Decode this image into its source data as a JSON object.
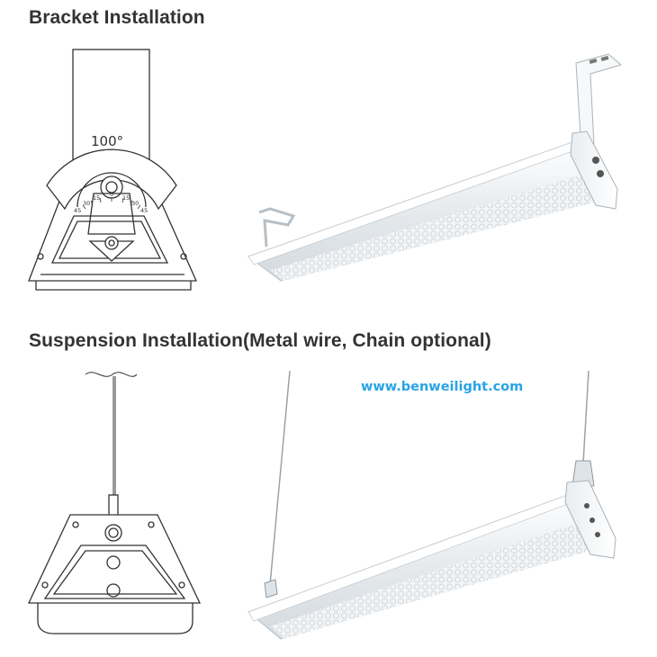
{
  "headings": {
    "bracket": "Bracket Installation",
    "suspension": "Suspension Installation(Metal wire, Chain optional)"
  },
  "bracket_diagram": {
    "angle_label": "100°",
    "scale_ticks": [
      "45",
      "30",
      "15",
      "0",
      "15",
      "30",
      "45"
    ]
  },
  "watermark": "www.benweilight.com",
  "colors": {
    "heading": "#333333",
    "watermark": "#29a3e6",
    "line_drawing": "#333333",
    "fixture_body": "#eef1f3"
  }
}
